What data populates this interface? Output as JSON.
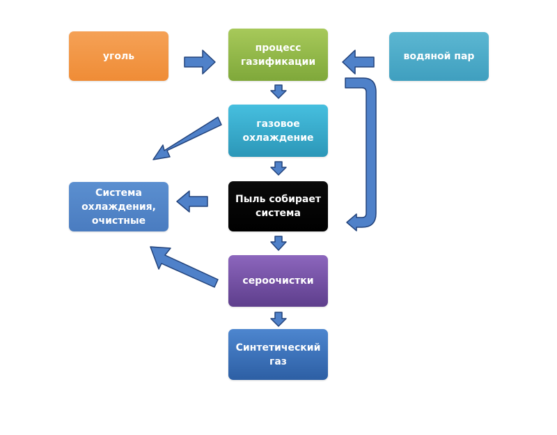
{
  "nodes": {
    "coal": {
      "label": "уголь",
      "color_top": "#f5a156",
      "color_bottom": "#ef8c36"
    },
    "gasification": {
      "label": "процесс\nгазификации",
      "color_top": "#a7c95a",
      "color_bottom": "#7fa83a"
    },
    "steam": {
      "label": "водяной пар",
      "color_top": "#5cb7d2",
      "color_bottom": "#3f9fbf"
    },
    "gas_cooling": {
      "label": "газовое\nохлаждение",
      "color_top": "#46bfdf",
      "color_bottom": "#2c97b8"
    },
    "dust_system": {
      "label": "Пыль собирает\nсистема",
      "color_top": "#0a0a0a",
      "color_bottom": "#000000"
    },
    "cooling_system": {
      "label": "Система\nохлаждения,\nочистные",
      "color_top": "#5b8fd0",
      "color_bottom": "#4a7cc0"
    },
    "desulfurization": {
      "label": "сероочистки",
      "color_top": "#8c66bd",
      "color_bottom": "#5e3e8c"
    },
    "syngas": {
      "label": "Синтетический\nгаз",
      "color_top": "#4d86cf",
      "color_bottom": "#2d5fa4"
    }
  },
  "colors": {
    "arrow_fill": "#4f81c9",
    "arrow_stroke": "#22427a"
  }
}
